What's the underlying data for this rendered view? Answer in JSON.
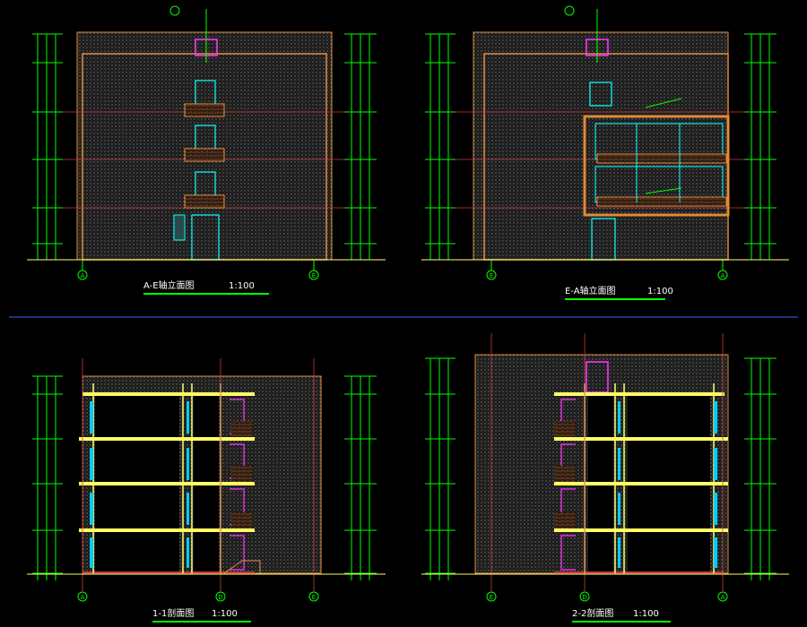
{
  "colors": {
    "background": "#000000",
    "axis_green": "#00ff00",
    "dim_cyan": "#00ffff",
    "wall_yellow": "#ffff66",
    "roof_orange": "#e08a3a",
    "floor_red": "#c83a3a",
    "hatch_gray": "#6a6a6a",
    "frame_magenta": "#ff33ff",
    "divider_blue": "#3366ff",
    "title_white": "#ffffff"
  },
  "drawings": [
    {
      "type": "elevation",
      "axis_left": "A",
      "axis_right": "E",
      "title": "A-E轴立面图",
      "scale": "1:100"
    },
    {
      "type": "elevation",
      "axis_left": "E",
      "axis_right": "A",
      "title": "E-A轴立面图",
      "scale": "1:100"
    },
    {
      "type": "section",
      "axes": [
        "A",
        "D",
        "E"
      ],
      "title": "1-1剖面图",
      "scale": "1:100"
    },
    {
      "type": "section",
      "axes": [
        "E",
        "D",
        "A"
      ],
      "title": "2-2剖面图",
      "scale": "1:100"
    }
  ]
}
